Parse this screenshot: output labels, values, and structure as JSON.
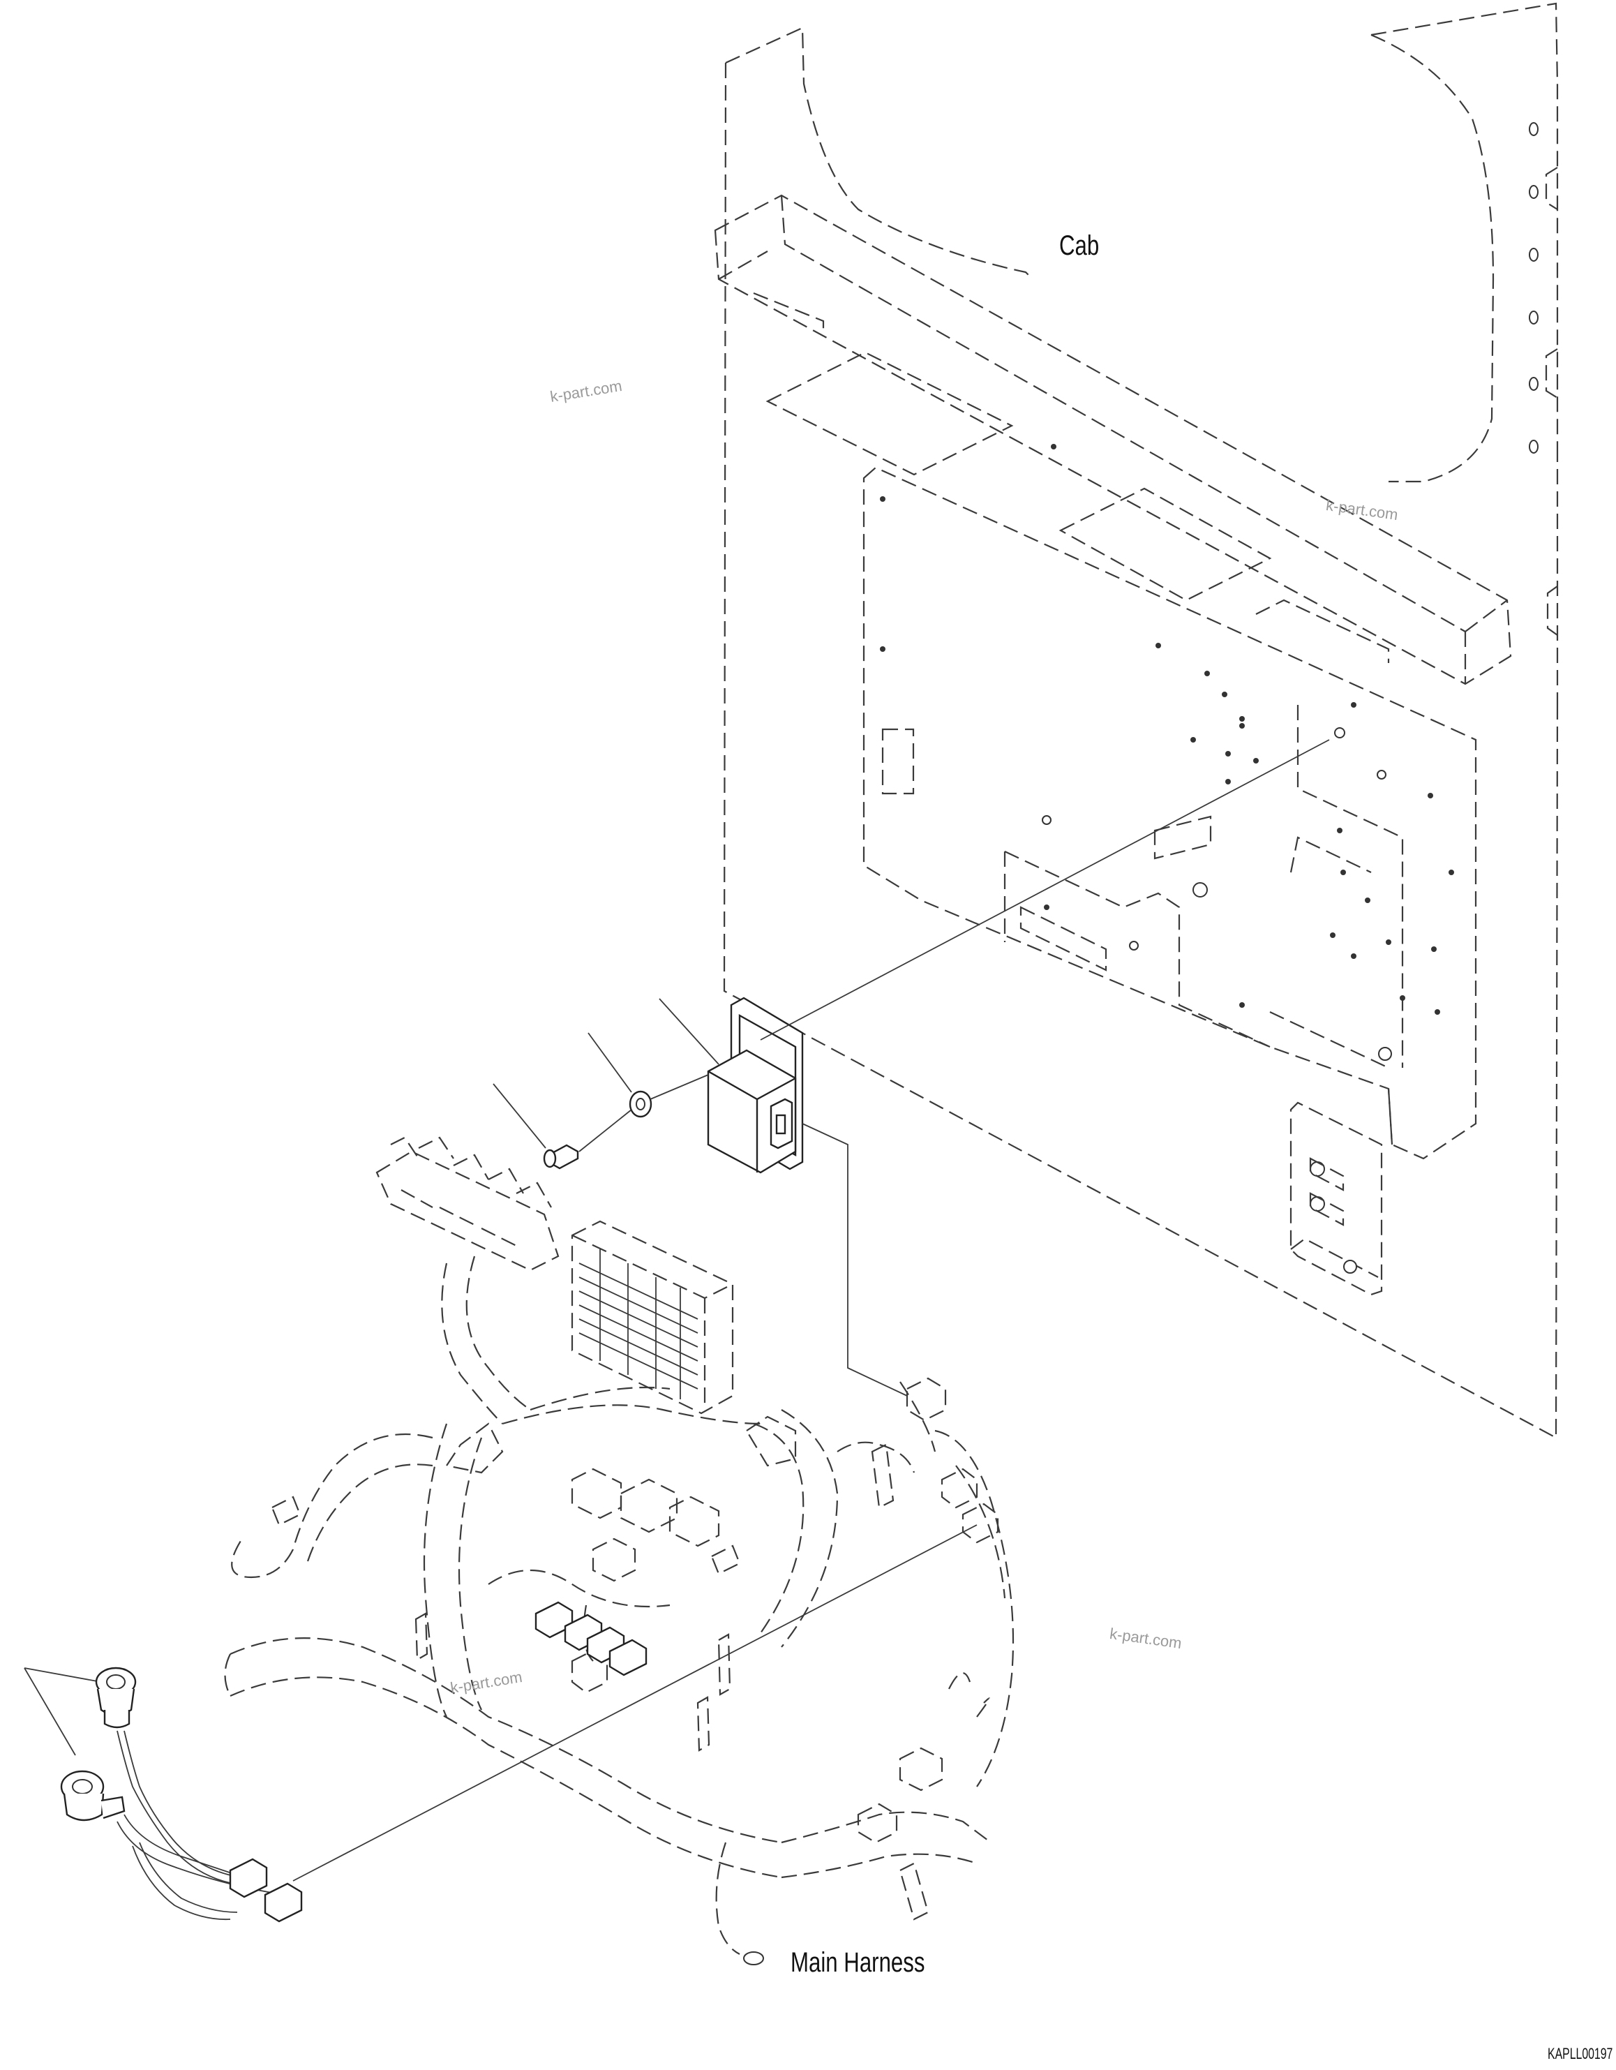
{
  "labels": {
    "cab": "Cab",
    "main_harness": "Main Harness",
    "drawing_code": "KAPLL00197"
  },
  "watermarks": [
    "k-part.com",
    "k-part.com",
    "k-part.com",
    "k-part.com"
  ]
}
